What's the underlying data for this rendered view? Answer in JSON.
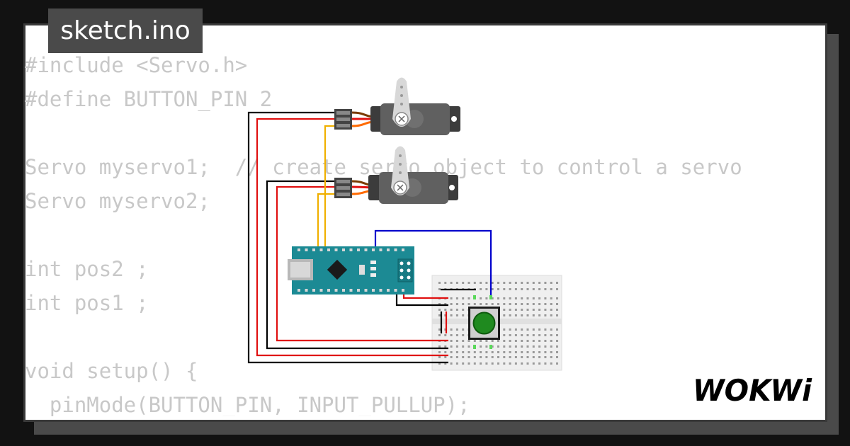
{
  "file_tab": {
    "label": "sketch.ino"
  },
  "code_lines": [
    "#include <Servo.h>",
    "#define BUTTON_PIN 2",
    "",
    "Servo myservo1;  // create servo object to control a servo",
    "Servo myservo2;",
    "",
    "int pos2 ;",
    "int pos1 ;",
    "",
    "void setup() {",
    "  pinMode(BUTTON_PIN, INPUT_PULLUP);"
  ],
  "logo": {
    "text": "WOKWi"
  },
  "colors": {
    "background": "#121212",
    "card": "#ffffff",
    "tab": "#4a4a4a",
    "code_text": "#c8c8c8",
    "arduino_board": "#1c8a94",
    "servo_body": "#606060",
    "button_cap": "#1f8a1f",
    "wire_red": "#e01010",
    "wire_black": "#000000",
    "wire_yellow": "#f0b000",
    "wire_blue": "#0000cc",
    "wire_orange": "#ff6a00"
  },
  "icons": [
    "servo-motor-icon",
    "arduino-nano-icon",
    "breadboard-icon",
    "pushbutton-icon",
    "wokwi-logo"
  ]
}
